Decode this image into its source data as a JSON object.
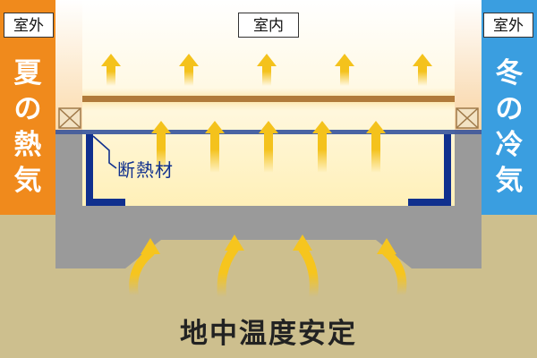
{
  "labels": {
    "outside_left": "室外",
    "inside": "室内",
    "outside_right": "室外",
    "summer_heat": [
      "夏",
      "の",
      "熱",
      "気"
    ],
    "winter_cold": [
      "冬",
      "の",
      "冷",
      "気"
    ],
    "insulation": "断熱材",
    "ground": "地中温度安定"
  },
  "colors": {
    "summer": "#f08a1c",
    "winter": "#3a9ee0",
    "ground_soil": "#cdbf8e",
    "concrete": "#9a9a9a",
    "insulation": "#10308e",
    "arrow": "#f4c21c",
    "beam": "#b07a3a",
    "label_text": "#222222"
  },
  "icons": [
    "up-arrow-icon",
    "curved-up-arrow-icon",
    "beam-end-cross-icon"
  ]
}
